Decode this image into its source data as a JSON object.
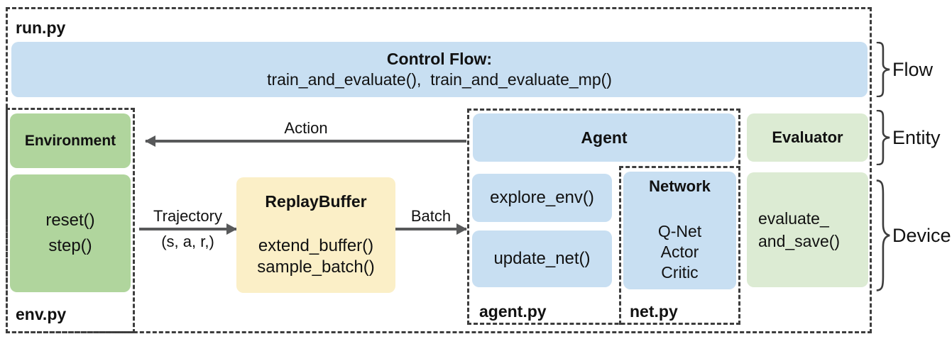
{
  "diagram": {
    "outer_label": "run.py",
    "control_flow": {
      "title": "Control Flow:",
      "functions": "train_and_evaluate(),  train_and_evaluate_mp()"
    },
    "env": {
      "label": "env.py",
      "entity": "Environment",
      "methods": [
        "reset()",
        "step()"
      ]
    },
    "replay_buffer": {
      "title": "ReplayBuffer",
      "methods": [
        "extend_buffer()",
        "sample_batch()"
      ]
    },
    "agent": {
      "label": "agent.py",
      "entity": "Agent",
      "methods": [
        "explore_env()",
        "update_net()"
      ]
    },
    "network": {
      "label": "net.py",
      "title": "Network",
      "items": [
        "Q-Net",
        "Actor",
        "Critic"
      ]
    },
    "evaluator": {
      "entity": "Evaluator",
      "method_line1": "evaluate_",
      "method_line2": "and_save()"
    },
    "arrows": {
      "action": "Action",
      "trajectory": "Trajectory",
      "trajectory_sub": "(s, a, r,)",
      "batch": "Batch"
    },
    "side_labels": {
      "flow": "Flow",
      "entity": "Entity",
      "device": "Device"
    },
    "colors": {
      "blue_box": "#c8dff2",
      "green_box": "#b0d59d",
      "light_green_box": "#dcebd3",
      "yellow_box": "#fbefc7",
      "dashed_border": "#3d3d3d",
      "arrow": "#58595a",
      "text": "#111111"
    }
  }
}
